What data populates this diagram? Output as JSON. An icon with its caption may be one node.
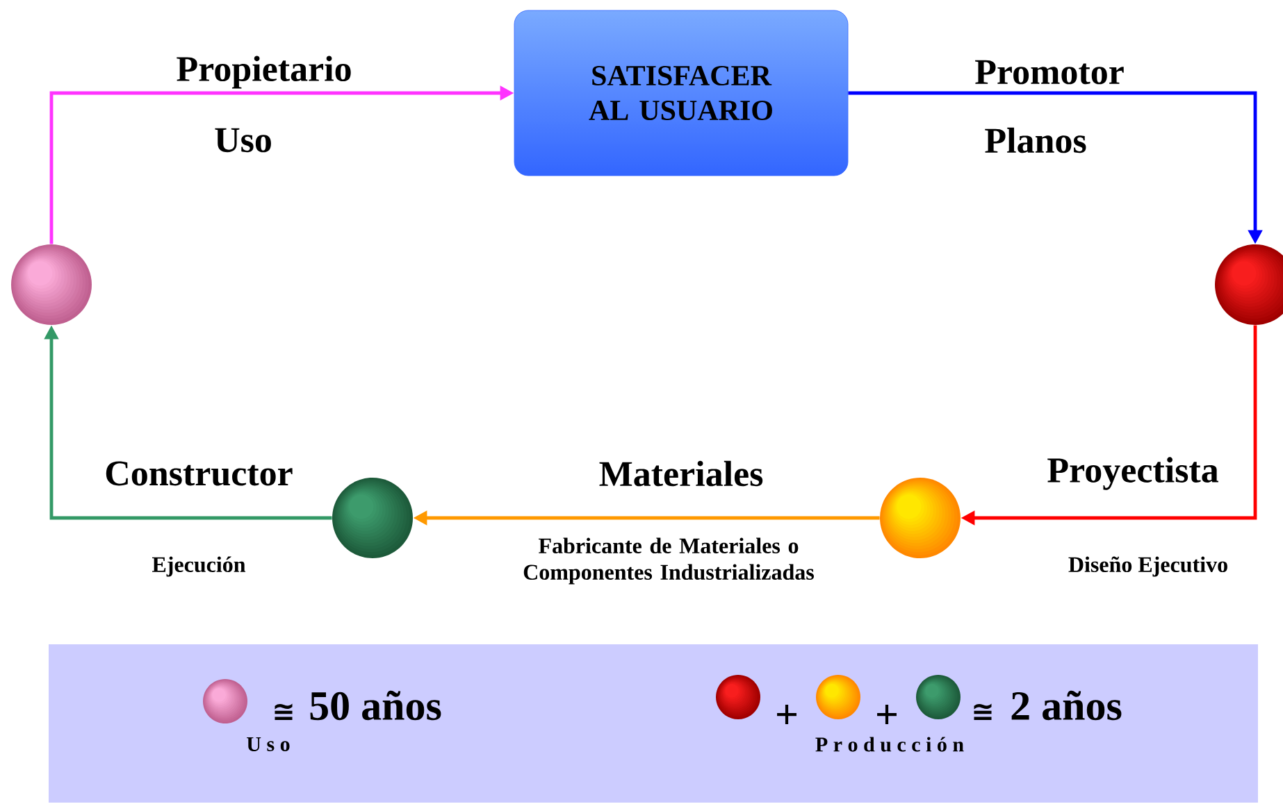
{
  "diagram": {
    "nodes": [
      {
        "text": [
          "SATISFACER AL USUARIO"
        ]
      },
      {
        "text": [],
        "shape": "circle"
      },
      {
        "text": [],
        "shape": "circle"
      },
      {
        "text": [],
        "shape": "circle"
      },
      {
        "text": [],
        "shape": "circle"
      }
    ],
    "edges": [
      {
        "from": 1,
        "to": 0,
        "arrow": "to",
        "label": "Propietario",
        "color": "#ff33ff"
      },
      {
        "from": 0,
        "to": 2,
        "arrow": "to",
        "label": "Promotor",
        "color": "#0000ff"
      },
      {
        "from": 2,
        "to": 3,
        "arrow": "to",
        "label": "Proyectista",
        "color": "#ff0000"
      },
      {
        "from": 3,
        "to": 4,
        "arrow": "to",
        "label": "Materiales",
        "color": "#ff9900"
      },
      {
        "from": 4,
        "to": 1,
        "arrow": "to",
        "label": "Constructor",
        "color": "#339966"
      }
    ],
    "labels": [
      "Uso",
      "Planos",
      "Ejecución",
      "Fabricante de Materiales o Componentes Industrializadas",
      "Diseño Ejecutivo",
      "≅",
      "50 años",
      "+",
      "+",
      "≅",
      "2 años",
      "U s o",
      "P r o d u c c i ó n"
    ]
  }
}
